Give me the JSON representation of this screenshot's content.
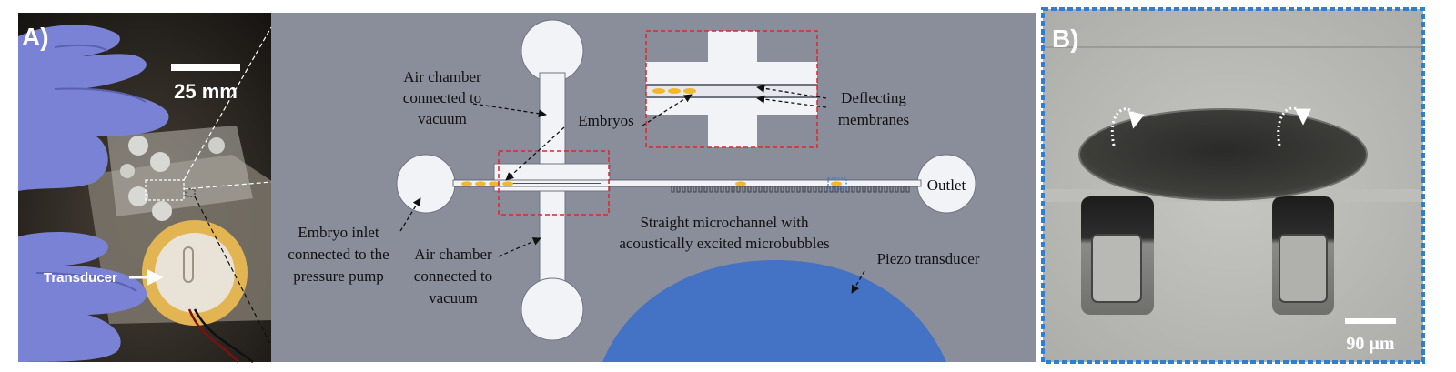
{
  "panel_a": {
    "label": "A)",
    "photo_scale": "25 mm",
    "photo_transducer": "Transducer"
  },
  "diagram": {
    "air_chamber_top": [
      "Air chamber",
      "connected to",
      "vacuum"
    ],
    "air_chamber_bottom": [
      "Air chamber",
      "connected to",
      "vacuum"
    ],
    "embryos": "Embryos",
    "deflecting": [
      "Deflecting",
      "membranes"
    ],
    "embryo_inlet": [
      "Embryo inlet",
      "connected to the",
      "pressure pump"
    ],
    "outlet": "Outlet",
    "microchannel": [
      "Straight microchannel with",
      "acoustically excited microbubbles"
    ],
    "piezo": "Piezo transducer"
  },
  "panel_b": {
    "label": "B)",
    "scale": "90 µm"
  },
  "colors": {
    "diagram_bg": "#8a8e9b",
    "chip_white": "#f2f3f7",
    "embryo_yellow": "#f0b92a",
    "piezo_blue": "#4472c4",
    "zoom_red": "#e0262b",
    "frame_blue": "#2f7fd0"
  }
}
